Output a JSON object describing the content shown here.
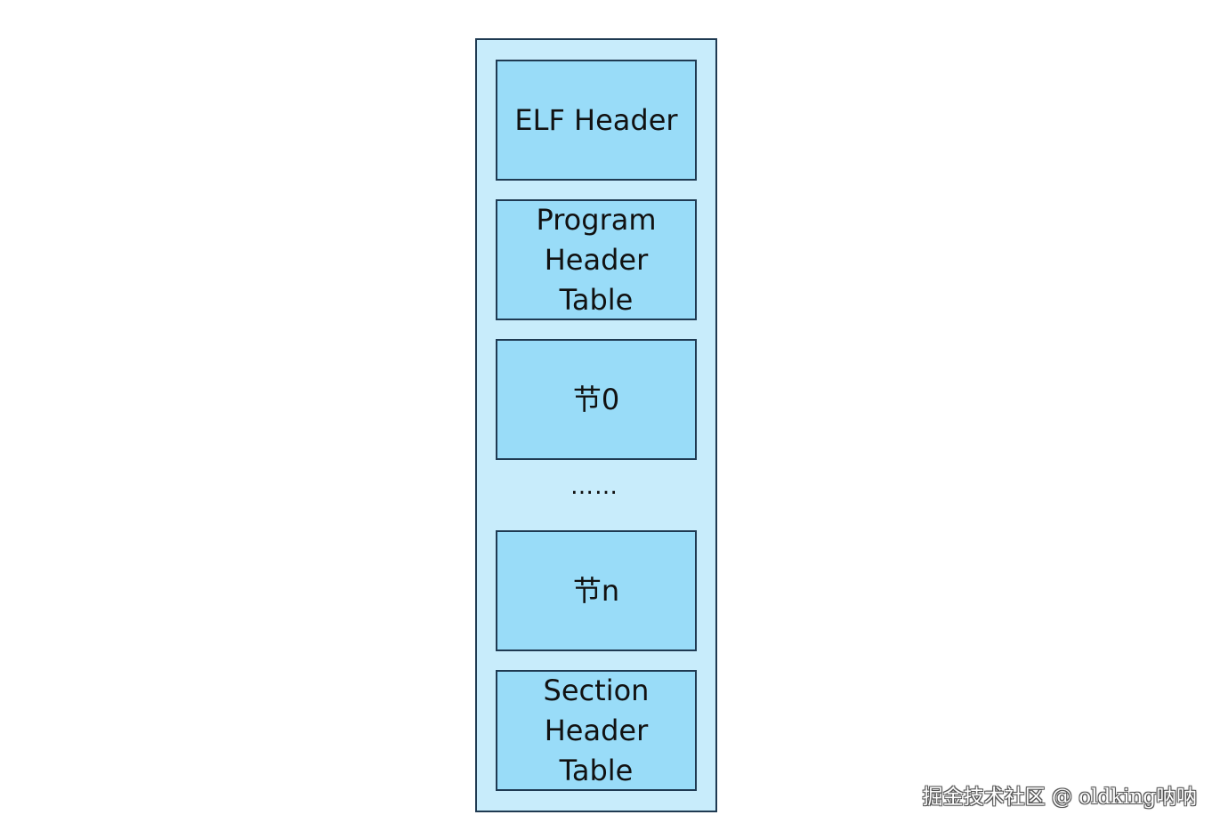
{
  "diagram": {
    "blocks": [
      {
        "id": "elf-header",
        "label": "ELF Header"
      },
      {
        "id": "program-header-table",
        "label": "Program\nHeader\nTable"
      },
      {
        "id": "section-0",
        "label": "节0"
      },
      {
        "id": "section-n",
        "label": "节n"
      },
      {
        "id": "section-header-table",
        "label": "Section\nHeader\nTable"
      }
    ],
    "ellipsis": "……"
  },
  "watermark": "掘金技术社区 @ oldking呐呐",
  "colors": {
    "outer_fill": "#c8ecfb",
    "block_fill": "#99dcf8",
    "border": "#1f3a52"
  }
}
